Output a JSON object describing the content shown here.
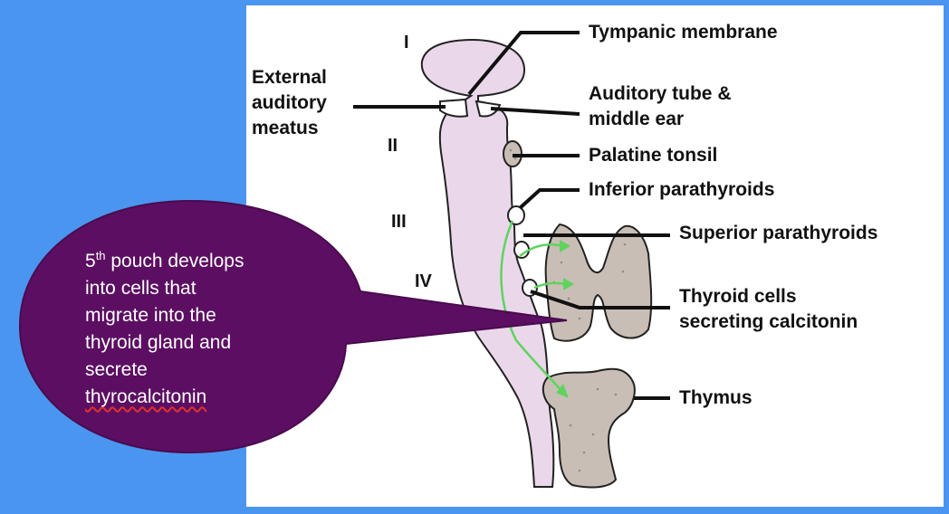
{
  "colors": {
    "background_blue": "#4a95f0",
    "panel_white": "#ffffff",
    "pharynx_pink": "#ead8ea",
    "gland_gray": "#c9beb5",
    "arrow_green": "#5fd35f",
    "callout_purple": "#5c0f62"
  },
  "labels": {
    "tympanic_membrane": "Tympanic membrane",
    "external_auditory_meatus": [
      "External",
      "auditory",
      "meatus"
    ],
    "auditory_tube": [
      "Auditory tube &",
      "middle ear"
    ],
    "palatine_tonsil": "Palatine tonsil",
    "inferior_parathyroids": "Inferior parathyroids",
    "superior_parathyroids": "Superior parathyroids",
    "thyroid_cells": [
      "Thyroid cells",
      "secreting calcitonin"
    ],
    "thymus": "Thymus"
  },
  "pouches": [
    "I",
    "II",
    "III",
    "IV"
  ],
  "callout": {
    "number": "5",
    "superscript": "th",
    "line1_rest": " pouch develops",
    "line2": "into cells that",
    "line3": "migrate into the",
    "line4": "thyroid gland and",
    "line5": "secrete",
    "line6": "thyrocalcitonin"
  }
}
